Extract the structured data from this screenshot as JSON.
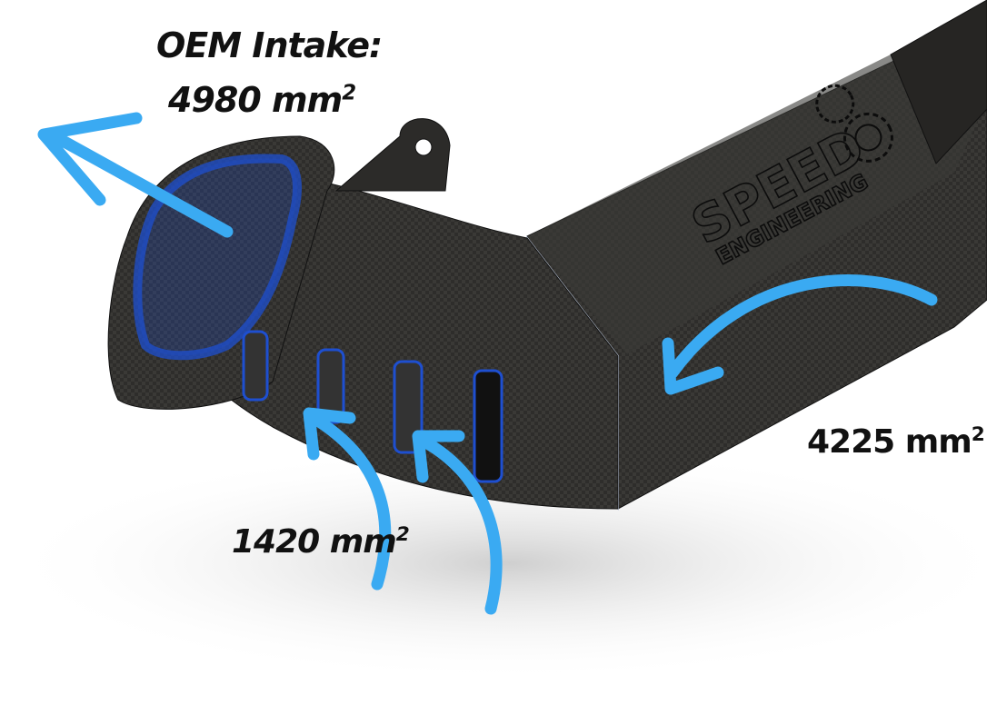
{
  "annotations": {
    "oem_title": "OEM Intake:",
    "oem_area_value": "4980 mm",
    "side_vents_area_value": "1420 mm",
    "duct_area_value": "4225 mm",
    "superscript": "2"
  },
  "logo": {
    "line1": "SPEED",
    "line2": "ENGINEERING"
  },
  "colors": {
    "arrow": "#3aaaf2",
    "carbon": "#2f2e2c",
    "outline_blue": "#1e4fd0",
    "shadow": "#d8d8d8"
  }
}
